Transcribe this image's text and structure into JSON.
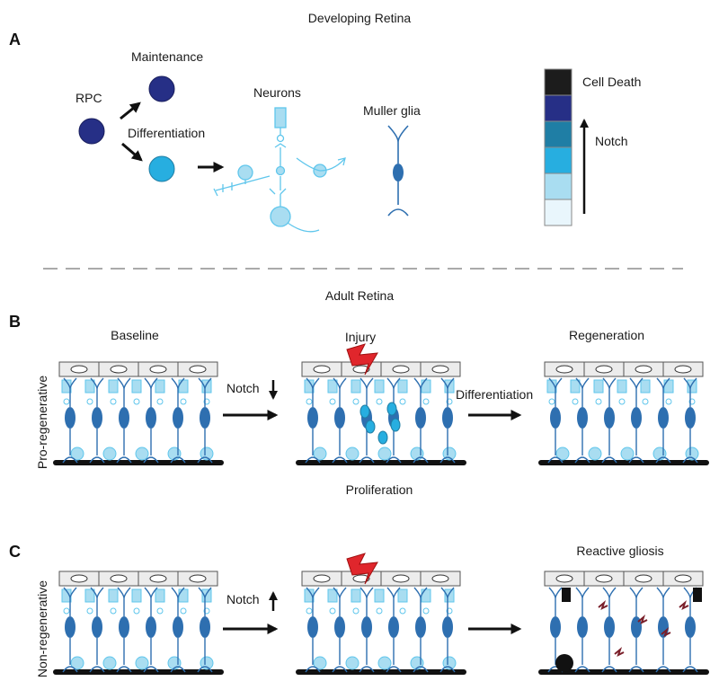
{
  "titles": {
    "developing": "Developing Retina",
    "adult": "Adult Retina"
  },
  "panels": {
    "a": "A",
    "b": "B",
    "c": "C"
  },
  "panel_a": {
    "rpc": "RPC",
    "maintenance": "Maintenance",
    "differentiation": "Differentiation",
    "neurons": "Neurons",
    "muller_glia": "Muller glia",
    "scale_top": "Cell Death",
    "scale_axis": "Notch"
  },
  "panel_b": {
    "side": "Pro-regenerative",
    "baseline": "Baseline",
    "injury": "Injury",
    "regeneration": "Regeneration",
    "notch": "Notch",
    "differentiation": "Differentiation",
    "proliferation": "Proliferation"
  },
  "panel_c": {
    "side": "Non-regenerative",
    "notch": "Notch",
    "reactive_gliosis": "Reactive gliosis"
  },
  "colors": {
    "scale": [
      "#1c1c1c",
      "#262f86",
      "#1f7ea5",
      "#27aee0",
      "#a9ddf1",
      "#e9f6fc"
    ],
    "rpc": "#262f86",
    "neuron": "#5fc6ec",
    "neuron_light": "#a9ddf1",
    "muller": "#2e6fb0",
    "injury": "#e0262c"
  }
}
